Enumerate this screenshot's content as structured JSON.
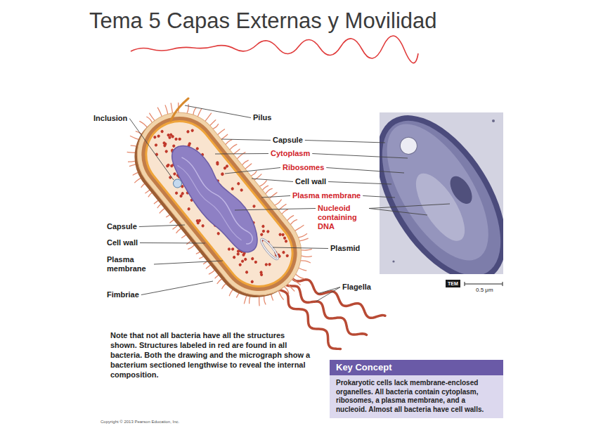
{
  "diagram": {
    "title": "Tema 5 Capas Externas y Movilidad",
    "nodes": [
      {
        "text": [
          "TEM"
        ]
      },
      {
        "text": [
          "Key Concept",
          "Prokaryotic cells lack membrane-enclosed organelles. All bacteria contain cytoplasm, ribosomes, a plasma membrane, and a nucleoid. Almost all bacteria have cell walls."
        ]
      }
    ],
    "labels": [
      "Inclusion",
      "Pilus",
      "Capsule",
      "Cytoplasm",
      "Ribosomes",
      "Cell wall",
      "Plasma membrane",
      "Nucleoid containing DNA",
      "Capsule",
      "Cell wall",
      "Plasmid",
      "Plasma membrane",
      "Fimbriae",
      "Flagella",
      "0.5 μm",
      "Note that not all bacteria have all the structures shown. Structures labeled in red are found in all bacteria. Both the drawing and the micrograph show a bacterium sectioned lengthwise to reveal the internal composition.",
      "Copyright © 2013 Pearson Education, Inc."
    ]
  }
}
